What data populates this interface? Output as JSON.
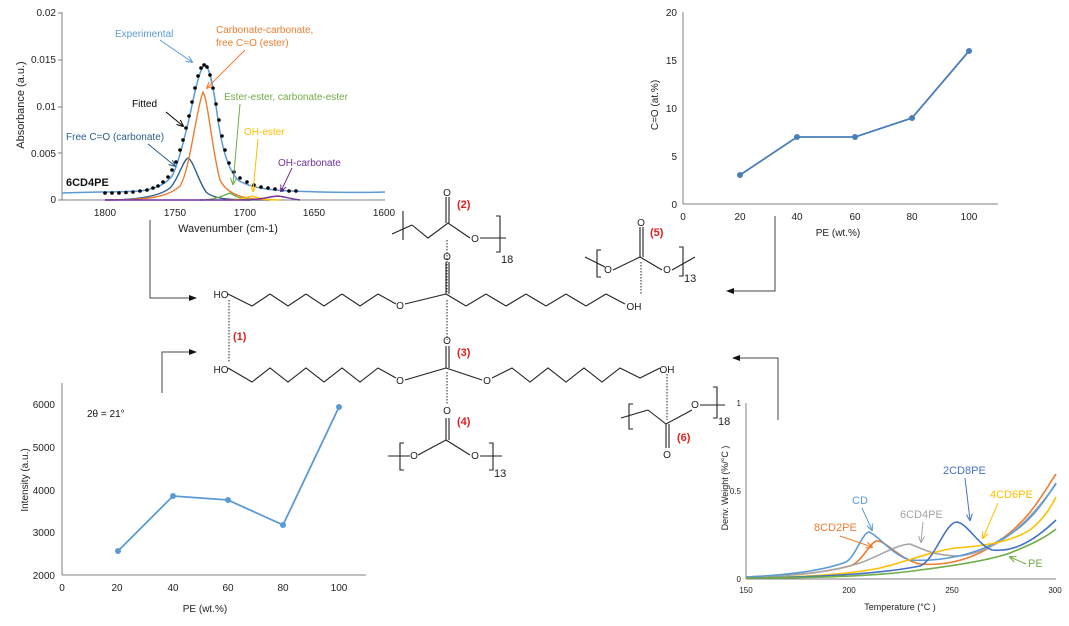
{
  "figure": {
    "ftir": {
      "sample_label": "6CD4PE",
      "xlabel": "Wavenumber  (cm-1)",
      "ylabel": "Absorbance (a.u.)",
      "xticks": [
        "1800",
        "1750",
        "1700",
        "1650",
        "1600"
      ],
      "yticks": [
        "0",
        "0.005",
        "0.01",
        "0.015",
        "0.02"
      ],
      "annotations": {
        "experimental": "Experimental",
        "fitted": "Fitted",
        "carb_carb_1": "Carbonate-carbonate,",
        "carb_carb_2": "free C=O (ester)",
        "ester_ester": "Ester-ester, carbonate-ester",
        "oh_ester": "OH-ester",
        "oh_carbonate": "OH-carbonate",
        "free_carbonate": "Free C=O (carbonate)"
      }
    },
    "xps": {
      "xlabel": "PE (wt.%)",
      "ylabel": "C=O (at.%)",
      "xticks": [
        "0",
        "20",
        "40",
        "60",
        "80",
        "100"
      ],
      "yticks": [
        "0",
        "5",
        "10",
        "15",
        "20"
      ]
    },
    "xrd": {
      "xlabel": "PE (wt.%)",
      "ylabel": "Intensity (a.u.)",
      "annotation": "2θ = 21°",
      "xticks": [
        "0",
        "20",
        "40",
        "60",
        "80",
        "100"
      ],
      "yticks": [
        "2000",
        "3000",
        "4000",
        "5000",
        "6000"
      ]
    },
    "tga": {
      "xlabel": "Temperature  (°C )",
      "ylabel": "Deriv.  Weight  (%/°C )",
      "xticks": [
        "150",
        "200",
        "250",
        "300"
      ],
      "yticks": [
        "0",
        "0.5",
        "1"
      ],
      "labels": {
        "cd": "CD",
        "cd8": "8CD2PE",
        "cd6": "6CD4PE",
        "cd2": "2CD8PE",
        "cd4": "4CD6PE",
        "pe": "PE"
      }
    },
    "structure": {
      "labels": [
        "(1)",
        "(2)",
        "(3)",
        "(4)",
        "(5)",
        "(6)"
      ],
      "atoms": {
        "ho": "HO",
        "oh": "OH",
        "o": "O"
      },
      "subscripts": {
        "pe": "18",
        "pc": "13"
      }
    }
  },
  "chart_data": [
    {
      "type": "line",
      "title": "FTIR carbonyl region deconvolution (6CD4PE)",
      "xlabel": "Wavenumber (cm-1)",
      "ylabel": "Absorbance (a.u.)",
      "xlim": [
        1830,
        1600
      ],
      "ylim": [
        0,
        0.02
      ],
      "xticks": [
        1800,
        1750,
        1700,
        1650,
        1600
      ],
      "yticks": [
        0,
        0.005,
        0.01,
        0.015,
        0.02
      ],
      "series": [
        {
          "name": "Experimental",
          "color": "#5b9bd5",
          "x": [
            1830,
            1800,
            1770,
            1755,
            1745,
            1738,
            1732,
            1726,
            1718,
            1710,
            1700,
            1690,
            1680,
            1670,
            1660,
            1640,
            1620,
            1600
          ],
          "y": [
            0.0006,
            0.0007,
            0.0009,
            0.0028,
            0.0075,
            0.0125,
            0.0143,
            0.0128,
            0.0072,
            0.0035,
            0.0022,
            0.0017,
            0.0014,
            0.0012,
            0.001,
            0.0008,
            0.0008,
            0.0008
          ]
        },
        {
          "name": "Fitted",
          "color": "#000000",
          "x": [
            1800,
            1790,
            1780,
            1770,
            1760,
            1752,
            1745,
            1738,
            1732,
            1726,
            1718,
            1710,
            1700,
            1690,
            1680,
            1670,
            1660
          ],
          "y": [
            0.0007,
            0.0007,
            0.0008,
            0.0009,
            0.0015,
            0.0035,
            0.0075,
            0.0125,
            0.0143,
            0.0128,
            0.0072,
            0.0035,
            0.0022,
            0.0017,
            0.0014,
            0.0012,
            0.001
          ]
        },
        {
          "name": "Free C=O (carbonate)",
          "color": "#2e5f8a",
          "center": 1740,
          "peak": 0.0043
        },
        {
          "name": "Carbonate-carbonate, free C=O (ester)",
          "color": "#ed7d31",
          "center": 1729,
          "peak": 0.0115
        },
        {
          "name": "Ester-ester, carbonate-ester",
          "color": "#70ad47",
          "center": 1710,
          "peak": 0.0013
        },
        {
          "name": "OH-ester",
          "color": "#ffc000",
          "center": 1693,
          "peak": 0.0008
        },
        {
          "name": "OH-carbonate",
          "color": "#7030a0",
          "center": 1675,
          "peak": 0.0009
        }
      ],
      "annotations": [
        "6CD4PE"
      ]
    },
    {
      "type": "line",
      "title": "C=O content vs PE",
      "xlabel": "PE (wt.%)",
      "ylabel": "C=O (at.%)",
      "categories": [
        20,
        40,
        60,
        80,
        100
      ],
      "values": [
        3,
        7,
        7,
        9,
        16
      ],
      "xlim": [
        0,
        110
      ],
      "ylim": [
        0,
        20
      ],
      "color": "#4a7ebb"
    },
    {
      "type": "line",
      "title": "XRD intensity at 2θ = 21° vs PE",
      "xlabel": "PE (wt.%)",
      "ylabel": "Intensity (a.u.)",
      "categories": [
        20,
        40,
        60,
        80,
        100
      ],
      "values": [
        2560,
        3870,
        3770,
        3190,
        5950
      ],
      "xlim": [
        0,
        110
      ],
      "ylim": [
        2000,
        6500
      ],
      "annotations": [
        "2θ = 21°"
      ],
      "color": "#5b9bd5"
    },
    {
      "type": "line",
      "title": "DTG curves",
      "xlabel": "Temperature (°C)",
      "ylabel": "Deriv. Weight (%/°C)",
      "xlim": [
        150,
        300
      ],
      "ylim": [
        0,
        1
      ],
      "x": [
        150,
        175,
        200,
        205,
        215,
        225,
        240,
        250,
        260,
        270,
        280,
        290,
        300
      ],
      "series": [
        {
          "name": "CD",
          "color": "#5b9bd5",
          "values": [
            0.02,
            0.04,
            0.1,
            0.15,
            0.27,
            0.2,
            0.13,
            0.12,
            0.13,
            0.17,
            0.25,
            0.38,
            0.55
          ]
        },
        {
          "name": "8CD2PE",
          "color": "#ed7d31",
          "values": [
            0.02,
            0.035,
            0.08,
            0.11,
            0.18,
            0.2,
            0.16,
            0.15,
            0.16,
            0.19,
            0.27,
            0.4,
            0.6
          ]
        },
        {
          "name": "6CD4PE",
          "color": "#a5a5a5",
          "values": [
            0.02,
            0.03,
            0.05,
            0.07,
            0.12,
            0.17,
            0.21,
            0.18,
            0.17,
            0.19,
            0.26,
            0.38,
            0.53
          ]
        },
        {
          "name": "2CD8PE",
          "color": "#4472c4",
          "values": [
            0.01,
            0.015,
            0.02,
            0.025,
            0.03,
            0.05,
            0.07,
            0.18,
            0.32,
            0.25,
            0.22,
            0.25,
            0.33
          ]
        },
        {
          "name": "4CD6PE",
          "color": "#ffc000",
          "values": [
            0.01,
            0.02,
            0.03,
            0.04,
            0.07,
            0.11,
            0.16,
            0.19,
            0.21,
            0.22,
            0.24,
            0.32,
            0.45
          ]
        },
        {
          "name": "PE",
          "color": "#70ad47",
          "values": [
            0.01,
            0.015,
            0.02,
            0.025,
            0.03,
            0.05,
            0.07,
            0.09,
            0.11,
            0.13,
            0.16,
            0.21,
            0.28
          ]
        }
      ]
    }
  ]
}
